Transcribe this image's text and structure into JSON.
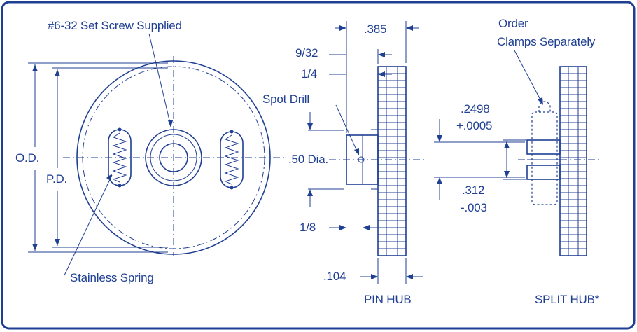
{
  "colors": {
    "ink": "#1f3f93",
    "frame": "#1f3f93",
    "background": "#ffffff"
  },
  "labels": {
    "set_screw": "#6-32 Set Screw Supplied",
    "od": "O.D.",
    "pd": "P.D.",
    "stainless_spring": "Stainless Spring",
    "dim_385": ".385",
    "dim_9_32": "9/32",
    "dim_1_4": "1/4",
    "spot_drill": "Spot Drill",
    "dia_50": ".50 Dia.",
    "dim_1_8": "1/8",
    "dim_104": ".104",
    "pin_hub": "PIN HUB",
    "dim_2498": ".2498",
    "dim_0005": "+.0005",
    "dim_312": ".312",
    "dim_003": "-.003",
    "order_clamps_line1": "Order",
    "order_clamps_line2": "Clamps Separately",
    "split_hub": "SPLIT HUB*"
  }
}
